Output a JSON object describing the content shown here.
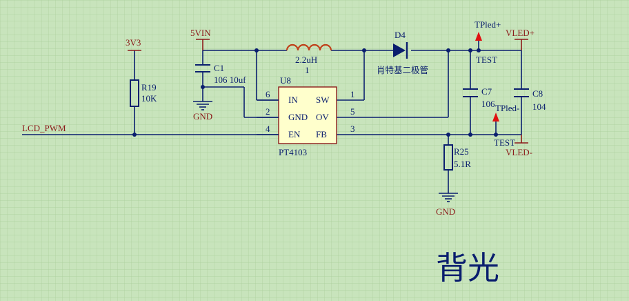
{
  "labels": {
    "vcc_3v3": "3V3",
    "vcc_5vin": "5VIN",
    "gnd_c1": "GND",
    "gnd_r25": "GND",
    "net_lcd_pwm": "LCD_PWM",
    "tp_led_plus": "TPled+",
    "tp_led_minus": "TPled-",
    "test_top": "TEST",
    "test_bottom": "TEST",
    "vled_plus": "VLED+",
    "vled_minus": "VLED-"
  },
  "components": {
    "r19": {
      "ref": "R19",
      "value": "10K"
    },
    "c1": {
      "ref": "C1",
      "value": "106 10uf"
    },
    "inductor": {
      "value": "2.2uH",
      "ref": "1"
    },
    "d4": {
      "ref": "D4",
      "value": "肖特基二极管"
    },
    "c7": {
      "ref": "C7",
      "value": "106"
    },
    "c8": {
      "ref": "C8",
      "value": "104"
    },
    "r25": {
      "ref": "R25",
      "value": "5.1R"
    },
    "u8": {
      "ref": "U8",
      "part": "PT4103",
      "left_pins": [
        {
          "num": "6",
          "name": "IN"
        },
        {
          "num": "2",
          "name": "GND"
        },
        {
          "num": "4",
          "name": "EN"
        }
      ],
      "right_pins": [
        {
          "num": "1",
          "name": "SW"
        },
        {
          "num": "5",
          "name": "OV"
        },
        {
          "num": "3",
          "name": "FB"
        }
      ]
    }
  },
  "title": "背光",
  "colors": {
    "background": "#c8e4bc",
    "grid": "#a9cf9a",
    "wire": "#0a1e6e",
    "label_red": "#8b1a1a",
    "inductor": "#c0401a",
    "testpoint": "#e01010"
  }
}
